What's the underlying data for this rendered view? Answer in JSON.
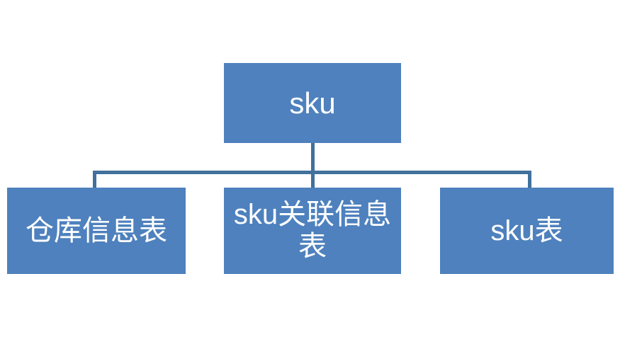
{
  "diagram": {
    "type": "hierarchy-tree",
    "title": "sku",
    "background_color": "#FFFFFF",
    "node_fill_color": "#4E81BD",
    "node_text_color": "#FFFFFF",
    "connector_color": "#41719C",
    "root": {
      "id": "root",
      "label": "sku",
      "name": "sku-root-node"
    },
    "children": [
      {
        "id": "child-0",
        "label": "仓库信息表",
        "name": "warehouse-info-table-node"
      },
      {
        "id": "child-1",
        "label": "sku关联信息表",
        "name": "sku-relation-info-table-node"
      },
      {
        "id": "child-2",
        "label": "sku表",
        "name": "sku-table-node"
      }
    ],
    "connectors": [
      {
        "id": "stem-root",
        "name": "root-down-stem"
      },
      {
        "id": "bus",
        "name": "horizontal-bus-connector"
      },
      {
        "id": "drop-0",
        "name": "drop-to-warehouse-info-table"
      },
      {
        "id": "drop-1",
        "name": "drop-to-sku-relation-info-table"
      },
      {
        "id": "drop-2",
        "name": "drop-to-sku-table"
      }
    ]
  }
}
